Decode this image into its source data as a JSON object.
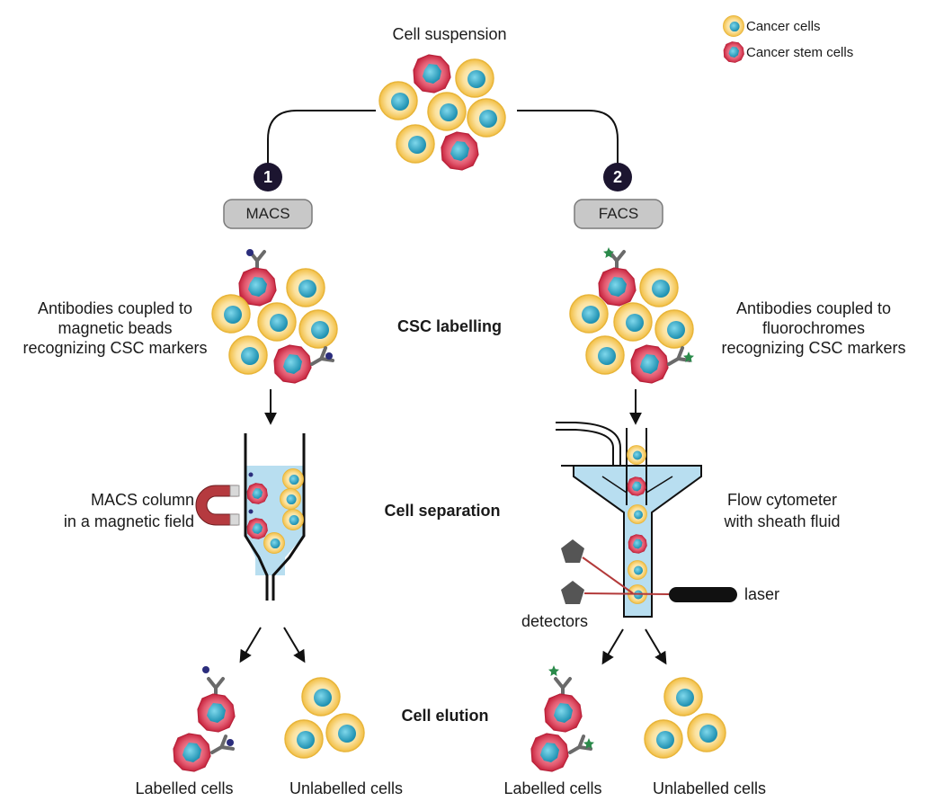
{
  "top": {
    "title": "Cell suspension"
  },
  "legend": [
    {
      "label": "Cancer cells",
      "icon": "cancer-cell-icon"
    },
    {
      "label": "Cancer stem cells",
      "icon": "cancer-stem-cell-icon"
    }
  ],
  "branches": {
    "macs": {
      "number": "1",
      "method": "MACS",
      "labelling_desc": [
        "Antibodies coupled to",
        "magnetic beads",
        "recognizing CSC markers"
      ],
      "separation_desc": [
        "MACS column",
        "in a magnetic field"
      ],
      "labelled": "Labelled cells",
      "unlabelled": "Unlabelled cells"
    },
    "facs": {
      "number": "2",
      "method": "FACS",
      "labelling_desc": [
        "Antibodies coupled to",
        "fluorochromes",
        "recognizing CSC markers"
      ],
      "separation_desc": [
        "Flow cytometer",
        "with sheath fluid"
      ],
      "detectors": "detectors",
      "laser": "laser",
      "labelled": "Labelled cells",
      "unlabelled": "Unlabelled cells"
    }
  },
  "stages": {
    "labelling": "CSC labelling",
    "separation": "Cell separation",
    "elution": "Cell elution"
  },
  "colors": {
    "cell_outer": "#f6c94d",
    "cell_inner": "#fbe7a6",
    "cell_nucleus": "#2aa6c4",
    "stem_outer": "#d8324e",
    "stem_inner": "#f07a8e",
    "stem_nucleus": "#2a8fb2",
    "fluid": "#b8def0",
    "magnet": "#b53a3f",
    "dark": "#1c1530",
    "bead": "#2b2d7c",
    "fluorochrome": "#2a8a4a",
    "laser_line": "#b33a3a"
  }
}
